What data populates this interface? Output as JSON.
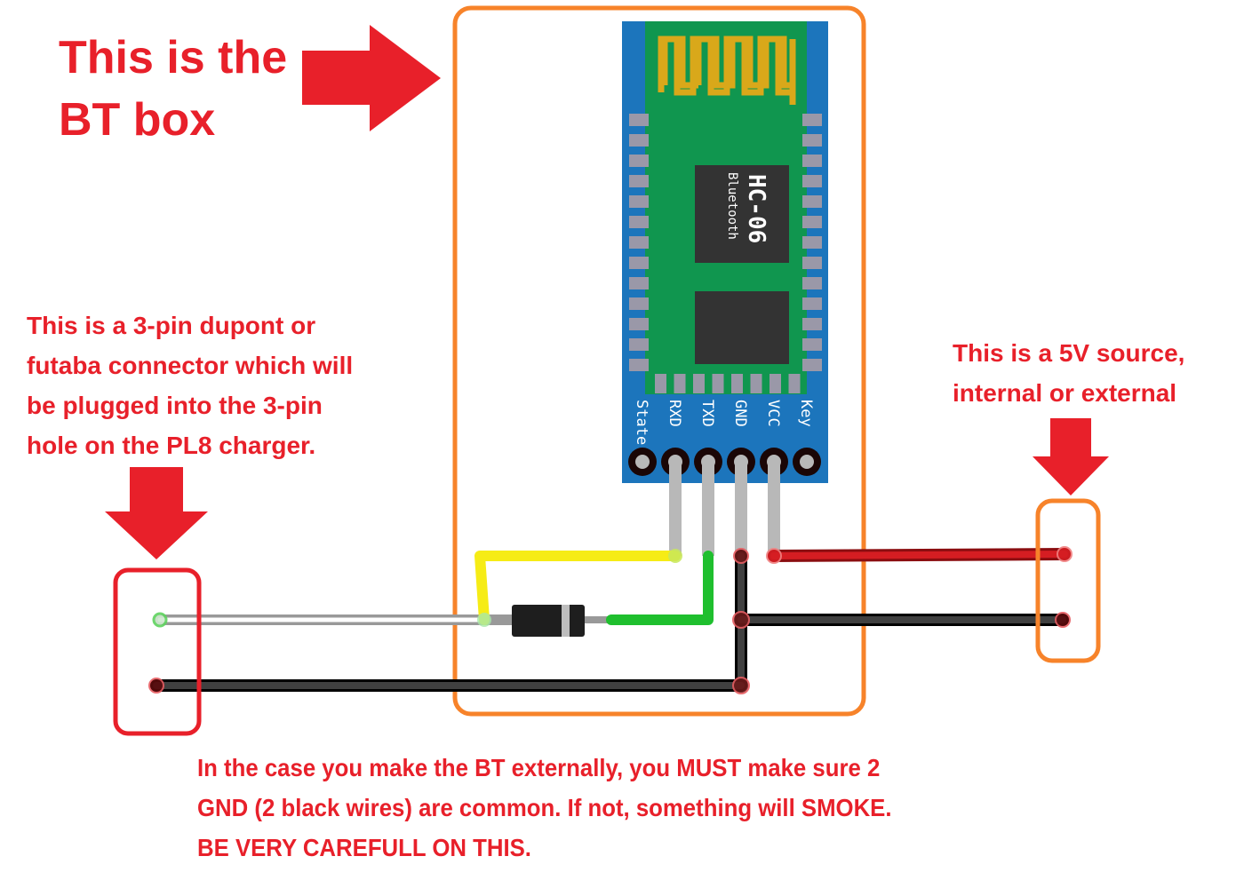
{
  "title": "This is the BT box",
  "title_lines": [
    "This is the",
    "BT box"
  ],
  "annotations": {
    "left_connector": {
      "lines": [
        "This is a 3-pin dupont or",
        "futaba connector which will",
        "be plugged into the 3-pin",
        "hole on the PL8 charger."
      ]
    },
    "right_source": {
      "lines": [
        "This is a 5V source,",
        "internal or external"
      ]
    },
    "bottom_warning": {
      "lines": [
        "In the case you make the BT externally, you MUST make sure 2",
        "GND (2 black wires) are common. If not, something will SMOKE.",
        "BE VERY CAREFULL ON THIS."
      ]
    }
  },
  "module": {
    "model": "HC-06",
    "subtitle": "Bluetooth",
    "pins": [
      "State",
      "RXD",
      "TXD",
      "GND",
      "VCC",
      "Key"
    ]
  },
  "components": {
    "diode": "diode"
  },
  "colors": {
    "annotation_red": "#e8202a",
    "bt_box_outline": "#f7832a",
    "source_outline": "#f7832a",
    "connector_outline": "#e8202a",
    "pcb_blue": "#1c75bc",
    "pcb_green": "#10964f",
    "antenna_gold": "#d9a81a",
    "chip_dark": "#333333",
    "wire_yellow": "#f6ec16",
    "wire_green": "#1fbf2e",
    "wire_red": "#c8151b",
    "wire_black": "#2b2b2b",
    "wire_white": "#ffffff"
  }
}
